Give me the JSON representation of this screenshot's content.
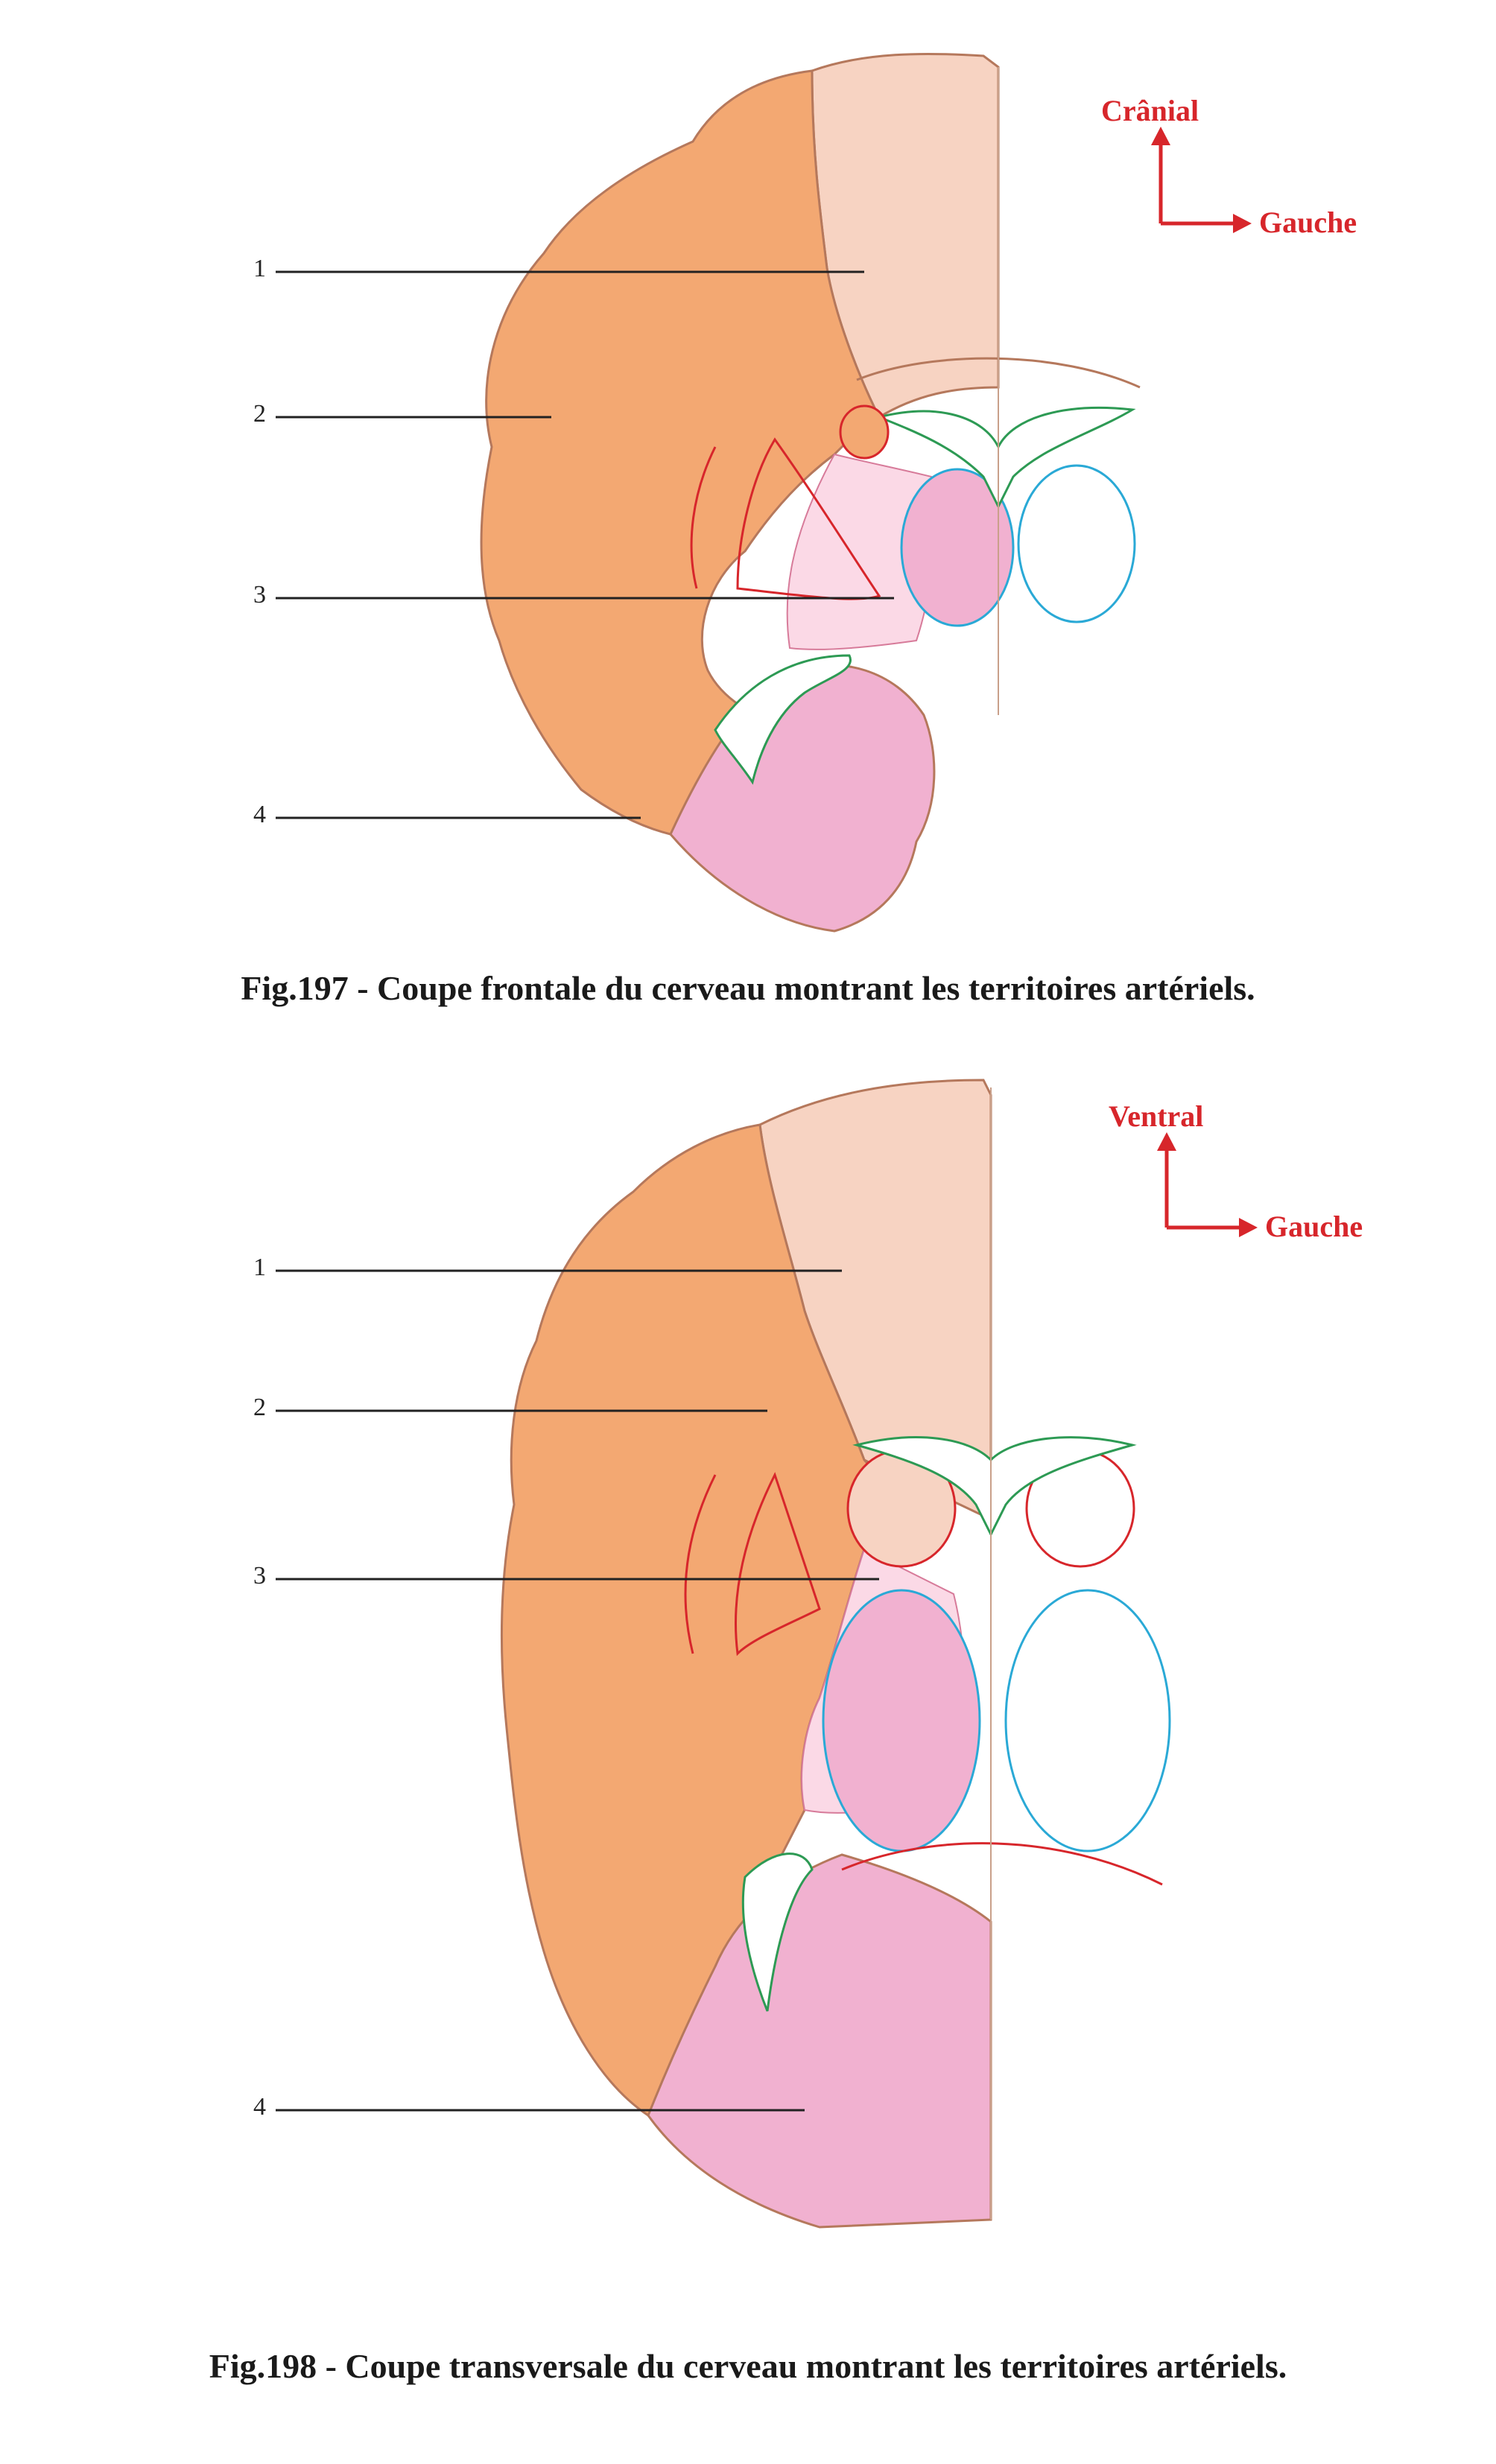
{
  "figures": [
    {
      "caption": "Fig.197 - Coupe frontale du cerveau montrant les territoires artériels.",
      "orientation": {
        "vertical": "Crânial",
        "horizontal": "Gauche"
      },
      "labels": [
        "1",
        "2",
        "3",
        "4"
      ]
    },
    {
      "caption": "Fig.198 - Coupe transversale du cerveau montrant les territoires artériels.",
      "orientation": {
        "vertical": "Ventral",
        "horizontal": "Gauche"
      },
      "labels": [
        "1",
        "2",
        "3",
        "4"
      ]
    }
  ],
  "colors": {
    "anterior_territory": "#f7d3c2",
    "middle_territory": "#f3a872",
    "choroidal_territory": "#fbd9e6",
    "posterior_territory": "#f1b1d0",
    "orientation_arrow": "#d7262b",
    "outline": "#b5785c",
    "ventricle_outline": "#2d9a54",
    "thalamus_outline": "#2aa9d6"
  }
}
